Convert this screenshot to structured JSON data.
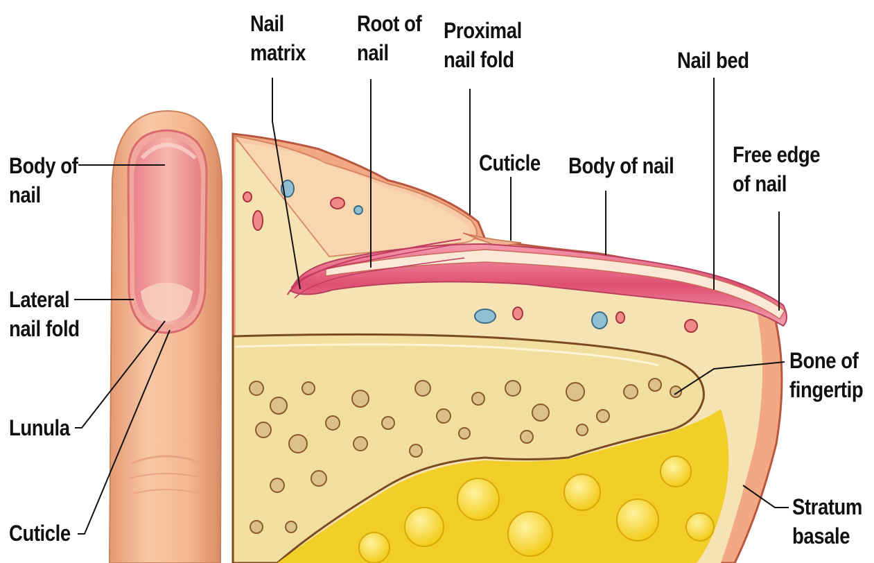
{
  "labels": {
    "nail_matrix": [
      "Nail",
      "matrix"
    ],
    "root_of_nail": [
      "Root of",
      "nail"
    ],
    "proximal_nail_fold": [
      "Proximal",
      "nail fold"
    ],
    "nail_bed": [
      "Nail bed"
    ],
    "cuticle_section": [
      "Cuticle"
    ],
    "body_of_nail_section": [
      "Body of nail"
    ],
    "free_edge_of_nail": [
      "Free edge",
      "of nail"
    ],
    "body_of_nail_finger": [
      "Body of",
      "nail"
    ],
    "lateral_nail_fold": [
      "Lateral",
      "nail fold"
    ],
    "lunula": [
      "Lunula"
    ],
    "cuticle_finger": [
      "Cuticle"
    ],
    "bone_of_fingertip": [
      "Bone of",
      "fingertip"
    ],
    "stratum_basale": [
      "Stratum",
      "basale"
    ]
  },
  "colors": {
    "skin": "#f3b48e",
    "nail_pink": "#e05a78",
    "dermis": "#f6e3b4",
    "bone": "#f1dfa0",
    "fat": "#f4d21c",
    "leader": "#111111"
  }
}
